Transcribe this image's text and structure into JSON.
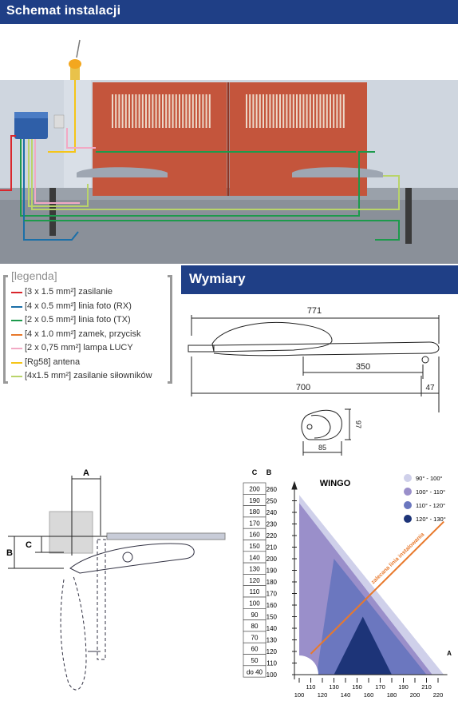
{
  "headers": {
    "installation": "Schemat instalacji",
    "dimensions": "Wymiary"
  },
  "legend": {
    "title": "[legenda]",
    "items": [
      {
        "label": "[3 x 1.5 mm²] zasilanie",
        "color": "#d9262c"
      },
      {
        "label": "[4 x 0.5 mm²] linia foto (RX)",
        "color": "#1b6fa8"
      },
      {
        "label": "[2 x 0.5 mm²] linia foto (TX)",
        "color": "#1d9a4c"
      },
      {
        "label": "[4 x 1.0 mm²] zamek, przycisk",
        "color": "#e8792c"
      },
      {
        "label": "[2 x 0,75 mm²] lampa LUCY",
        "color": "#f2a9c4"
      },
      {
        "label": "[Rg58] antena",
        "color": "#f5c518"
      },
      {
        "label": "[4x1.5 mm²] zasilanie siłowników",
        "color": "#b9d46a"
      }
    ]
  },
  "dimensions": {
    "total_length": "771",
    "body_length": "700",
    "stroke": "350",
    "offset": "47",
    "height": "97",
    "width": "85"
  },
  "mount_schema": {
    "label_a": "A",
    "label_b": "B",
    "label_c": "C"
  },
  "wingo_chart": {
    "title": "WINGO",
    "c_header": "C",
    "b_header": "B",
    "a_label": "A",
    "c_values": [
      "200",
      "190",
      "180",
      "170",
      "160",
      "150",
      "140",
      "130",
      "120",
      "110",
      "100",
      "90",
      "80",
      "70",
      "60",
      "50",
      "do 40"
    ],
    "b_ticks": [
      "260",
      "250",
      "240",
      "230",
      "220",
      "210",
      "200",
      "190",
      "180",
      "170",
      "160",
      "150",
      "140",
      "130",
      "120",
      "110",
      "100"
    ],
    "a_ticks_top": [
      "110",
      "130",
      "150",
      "170",
      "190",
      "210"
    ],
    "a_ticks_bottom": [
      "100",
      "120",
      "140",
      "160",
      "180",
      "200",
      "220"
    ],
    "recommended_line": "zalecana linia instalowania",
    "angle_legend": [
      {
        "label": "90° - 100°",
        "color": "#cfd0ea"
      },
      {
        "label": "100° - 110°",
        "color": "#9a8fca"
      },
      {
        "label": "110° - 120°",
        "color": "#6b77bf"
      },
      {
        "label": "120° - 130°",
        "color": "#1d3478"
      }
    ],
    "line_color": "#e8792c"
  }
}
